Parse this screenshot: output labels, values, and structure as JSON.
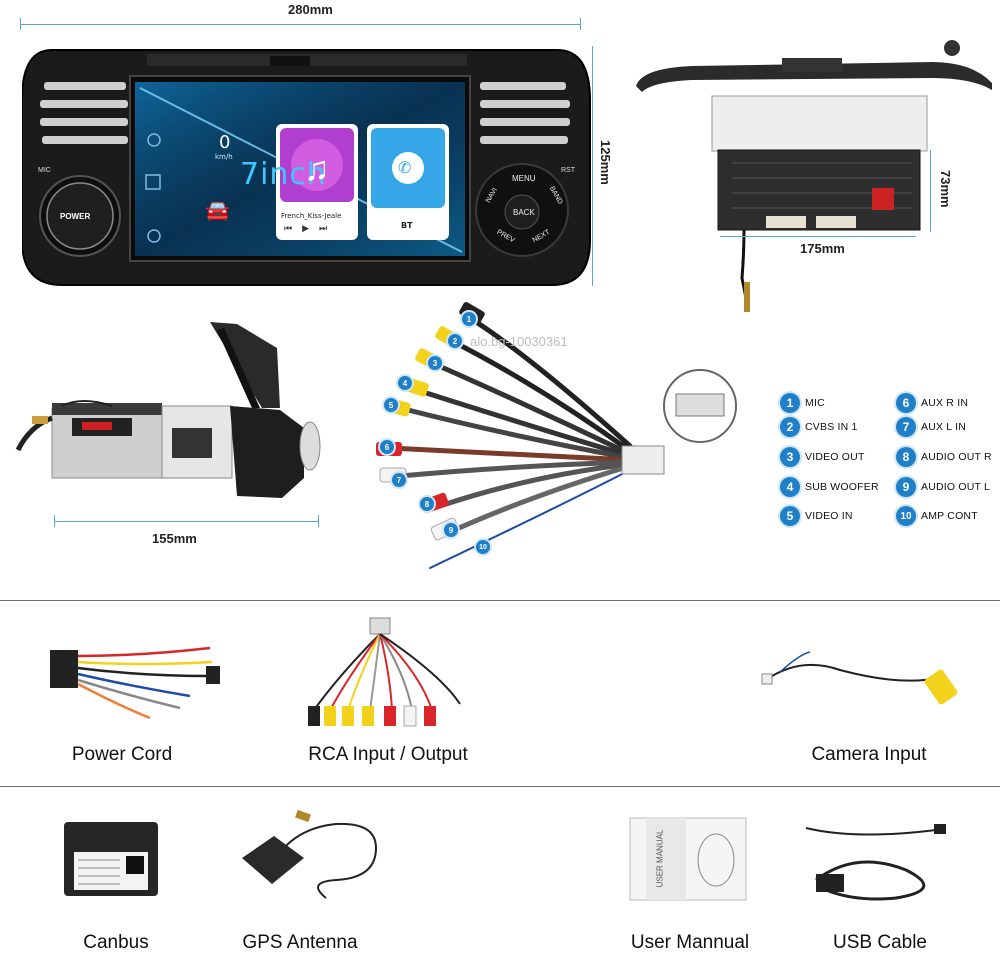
{
  "dimensions": {
    "width_label": "280mm",
    "height_label": "125mm",
    "chassis_width_label": "175mm",
    "chassis_height_label": "73mm",
    "depth_label": "155mm"
  },
  "head_unit": {
    "mic_label": "MIC",
    "rst_label": "RST",
    "power_label": "POWER",
    "size_overlay": "7inch",
    "speed_value": "0",
    "speed_unit": "km/h",
    "song_title": "French_Kiss-Jeale",
    "bt_label": "BT",
    "buttons": {
      "menu": "MENU",
      "navi": "NAVI",
      "band": "BAND",
      "back": "BACK",
      "prev": "PREV",
      "next": "NEXT"
    }
  },
  "watermark": "alo.bg-10030361",
  "cable_legend": [
    {
      "num": "1",
      "label": "MIC"
    },
    {
      "num": "2",
      "label": "CVBS IN 1"
    },
    {
      "num": "3",
      "label": "VIDEO OUT"
    },
    {
      "num": "4",
      "label": "SUB WOOFER"
    },
    {
      "num": "5",
      "label": "VIDEO IN"
    },
    {
      "num": "6",
      "label": "AUX R IN"
    },
    {
      "num": "7",
      "label": "AUX L IN"
    },
    {
      "num": "8",
      "label": "AUDIO OUT R"
    },
    {
      "num": "9",
      "label": "AUDIO OUT L"
    },
    {
      "num": "10",
      "label": "AMP CONT"
    }
  ],
  "accessories_row1": [
    "Power Cord",
    "RCA Input / Output",
    "Camera Input"
  ],
  "accessories_row2": [
    "Canbus",
    "GPS Antenna",
    "User Mannual",
    "USB Cable"
  ],
  "manual_cover_text": "USER MANUAL",
  "colors": {
    "accent_blue": "#1f7fc8",
    "dimension_line": "#5aa6d6",
    "rca_yellow": "#f2d21b",
    "rca_red": "#d8262a",
    "rca_white": "#f3f3f3"
  }
}
